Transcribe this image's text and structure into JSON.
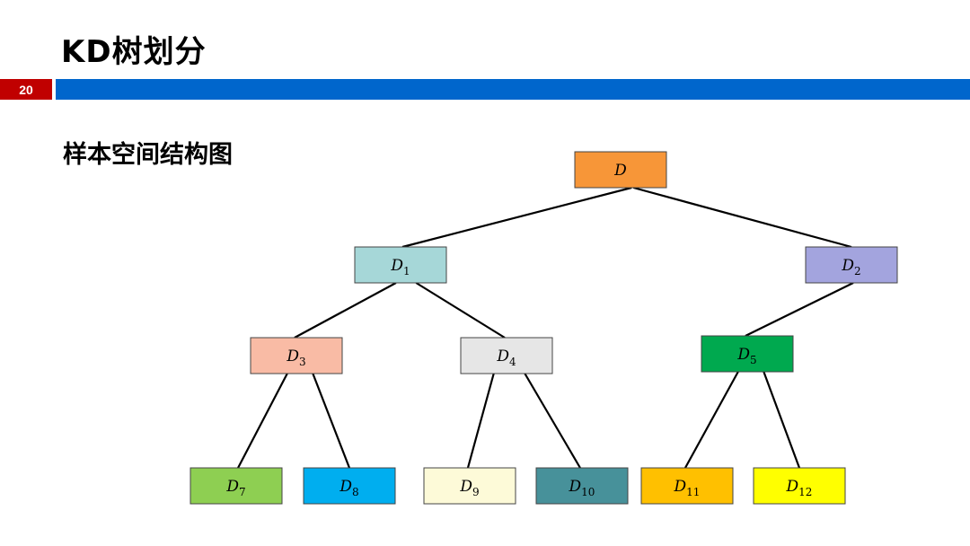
{
  "slide": {
    "title": "KD树划分",
    "page_number": "20",
    "heading": "样本空间结构图"
  },
  "colors": {
    "title_bar": "#0066cc",
    "page_badge": "#c00000"
  },
  "tree": {
    "nodes": [
      {
        "id": "D",
        "base": "D",
        "sub": "",
        "color": "#f79638",
        "parent": null
      },
      {
        "id": "D1",
        "base": "D",
        "sub": "1",
        "color": "#a6d7d8",
        "parent": "D"
      },
      {
        "id": "D2",
        "base": "D",
        "sub": "2",
        "color": "#a3a4de",
        "parent": "D"
      },
      {
        "id": "D3",
        "base": "D",
        "sub": "3",
        "color": "#f9bba5",
        "parent": "D1"
      },
      {
        "id": "D4",
        "base": "D",
        "sub": "4",
        "color": "#e6e6e6",
        "parent": "D1"
      },
      {
        "id": "D5",
        "base": "D",
        "sub": "5",
        "color": "#00a94f",
        "parent": "D2"
      },
      {
        "id": "D7",
        "base": "D",
        "sub": "7",
        "color": "#8ecf52",
        "parent": "D3"
      },
      {
        "id": "D8",
        "base": "D",
        "sub": "8",
        "color": "#00aeef",
        "parent": "D3"
      },
      {
        "id": "D9",
        "base": "D",
        "sub": "9",
        "color": "#fdfad8",
        "parent": "D4"
      },
      {
        "id": "D10",
        "base": "D",
        "sub": "10",
        "color": "#47919a",
        "parent": "D4"
      },
      {
        "id": "D11",
        "base": "D",
        "sub": "11",
        "color": "#ffc000",
        "parent": "D5"
      },
      {
        "id": "D12",
        "base": "D",
        "sub": "12",
        "color": "#ffff00",
        "parent": "D5"
      }
    ]
  }
}
